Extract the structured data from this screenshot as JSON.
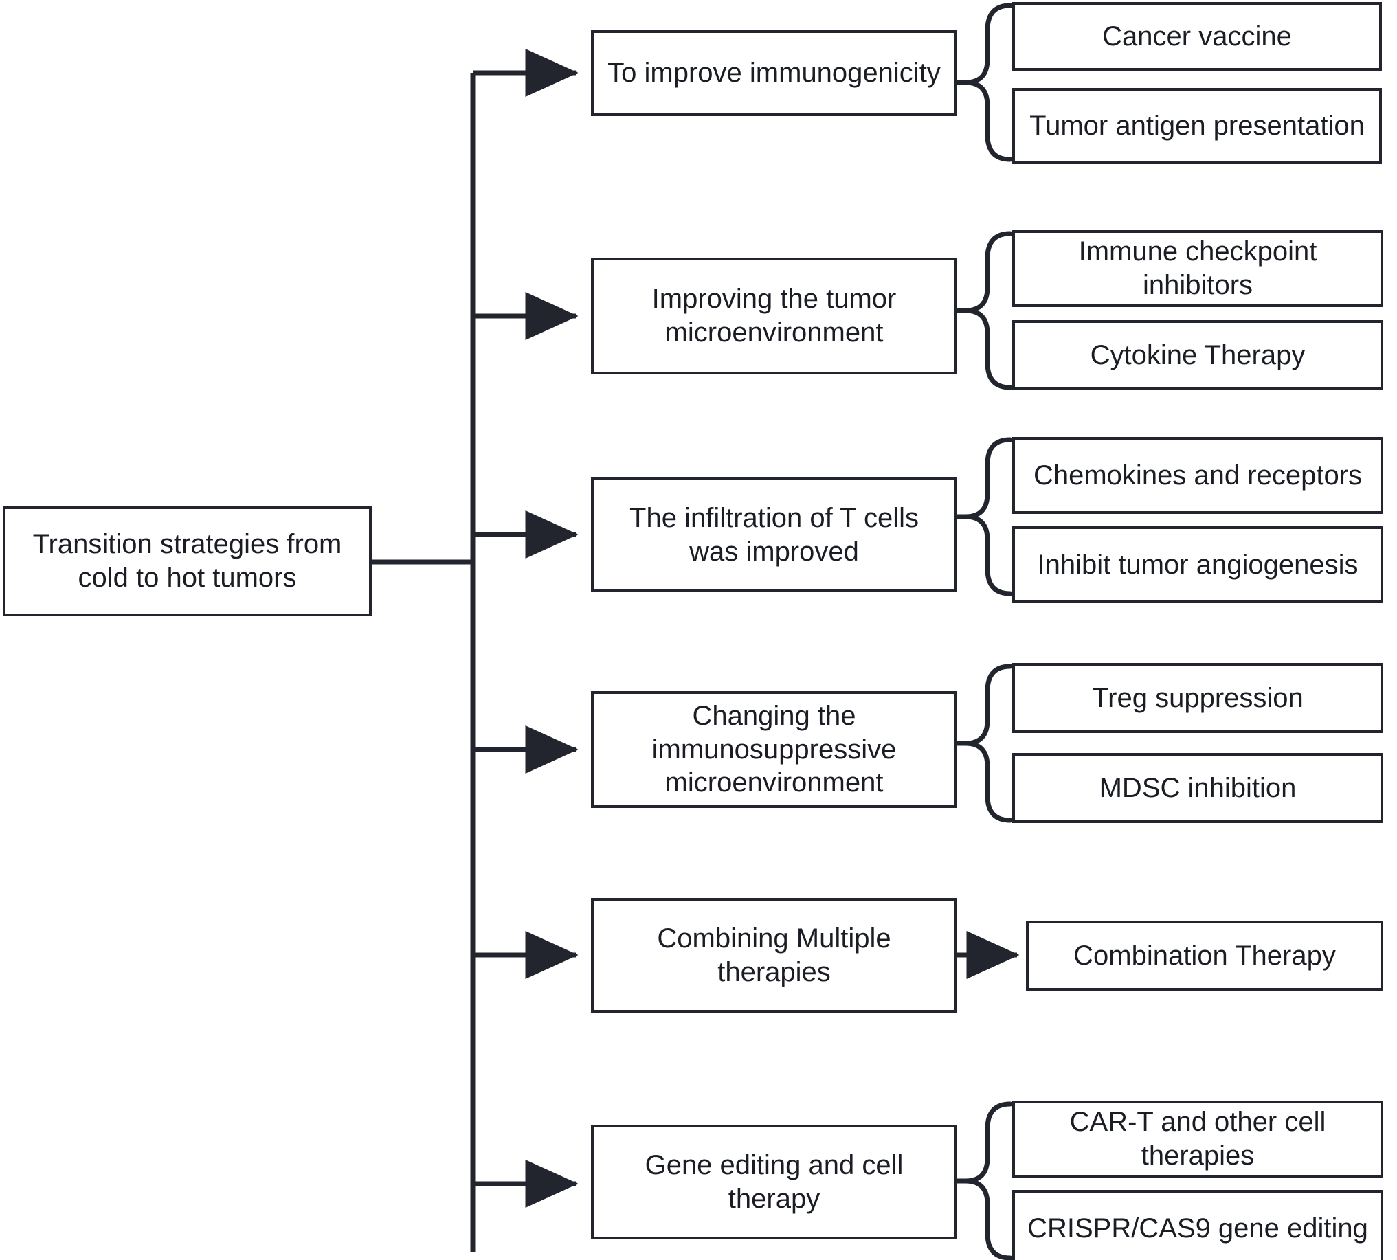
{
  "diagram": {
    "title_node": {
      "label": "Transition strategies from cold to hot tumors"
    },
    "branches": [
      {
        "label": "To improve immunogenicity",
        "connector": "brace",
        "leaves": [
          {
            "label": "Cancer vaccine"
          },
          {
            "label": "Tumor antigen presentation"
          }
        ]
      },
      {
        "label": "Improving the tumor microenvironment",
        "connector": "brace",
        "leaves": [
          {
            "label": "Immune checkpoint inhibitors"
          },
          {
            "label": "Cytokine Therapy"
          }
        ]
      },
      {
        "label": "The infiltration of T cells was improved",
        "connector": "brace",
        "leaves": [
          {
            "label": "Chemokines and receptors"
          },
          {
            "label": "Inhibit tumor angiogenesis"
          }
        ]
      },
      {
        "label": "Changing the immunosuppressive microenvironment",
        "connector": "brace",
        "leaves": [
          {
            "label": "Treg suppression"
          },
          {
            "label": "MDSC inhibition"
          }
        ]
      },
      {
        "label": "Combining Multiple therapies",
        "connector": "arrow",
        "leaves": [
          {
            "label": "Combination Therapy"
          }
        ]
      },
      {
        "label": "Gene editing and cell therapy",
        "connector": "brace",
        "leaves": [
          {
            "label": "CAR-T and other cell therapies"
          },
          {
            "label": "CRISPR/CAS9 gene editing"
          }
        ]
      }
    ],
    "colors": {
      "stroke": "#22252e",
      "text": "#1b1d24",
      "background": "#ffffff"
    }
  }
}
